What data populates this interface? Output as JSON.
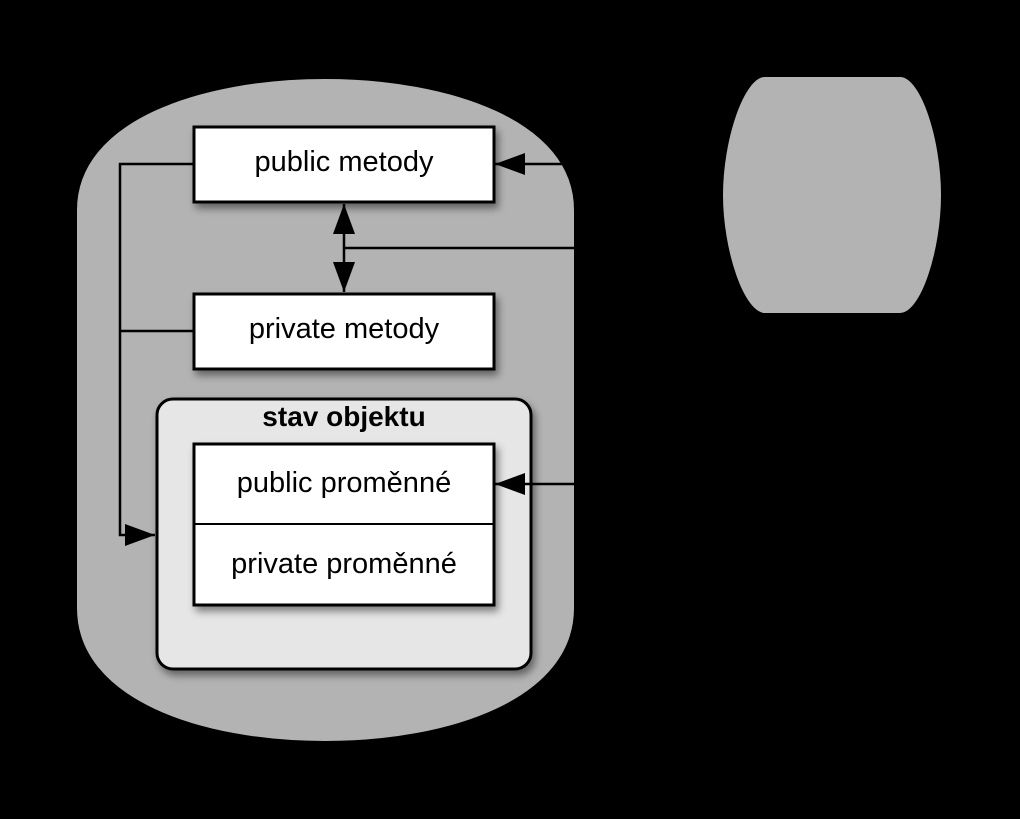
{
  "colors": {
    "background": "#000000",
    "object_fill": "#b3b3b3",
    "other_object_fill": "#b3b3b3",
    "state_fill": "#e6e6e6",
    "box_fill": "#ffffff",
    "stroke": "#000000"
  },
  "object": {
    "public_methods_label": "public metody",
    "private_methods_label": "private metody",
    "state": {
      "title": "stav objektu",
      "public_variables_label": "public proměnné",
      "private_variables_label": "private proměnné"
    }
  },
  "other_object": {
    "label": ""
  }
}
